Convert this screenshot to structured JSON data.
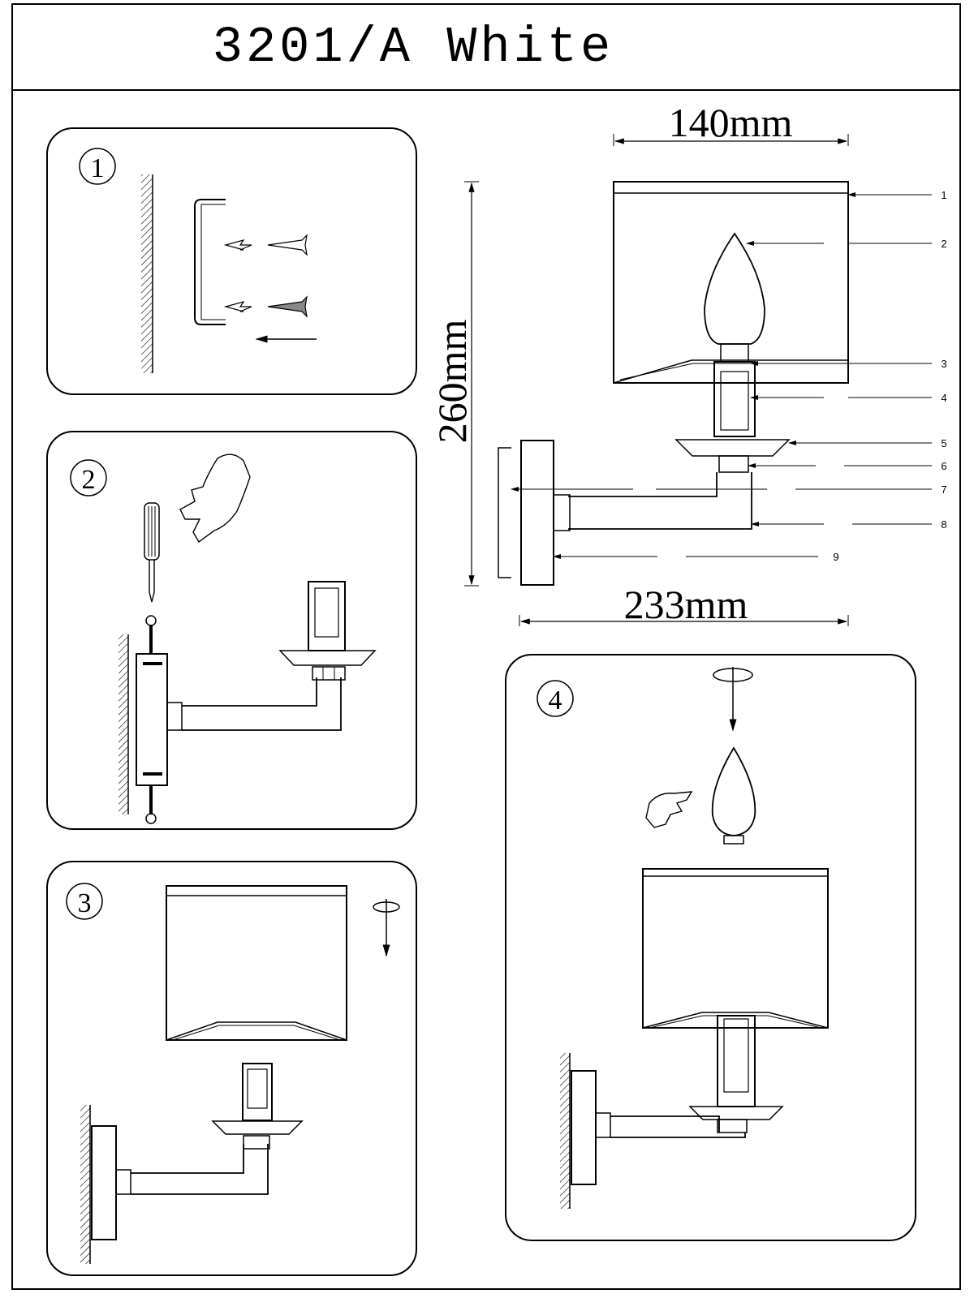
{
  "title": "3201/A White",
  "dimensions": {
    "width_top": "140mm",
    "height": "260mm",
    "depth": "233mm"
  },
  "steps": [
    "1",
    "2",
    "3",
    "4"
  ],
  "parts": [
    "1",
    "2",
    "3",
    "4",
    "5",
    "6",
    "7",
    "8",
    "9"
  ]
}
